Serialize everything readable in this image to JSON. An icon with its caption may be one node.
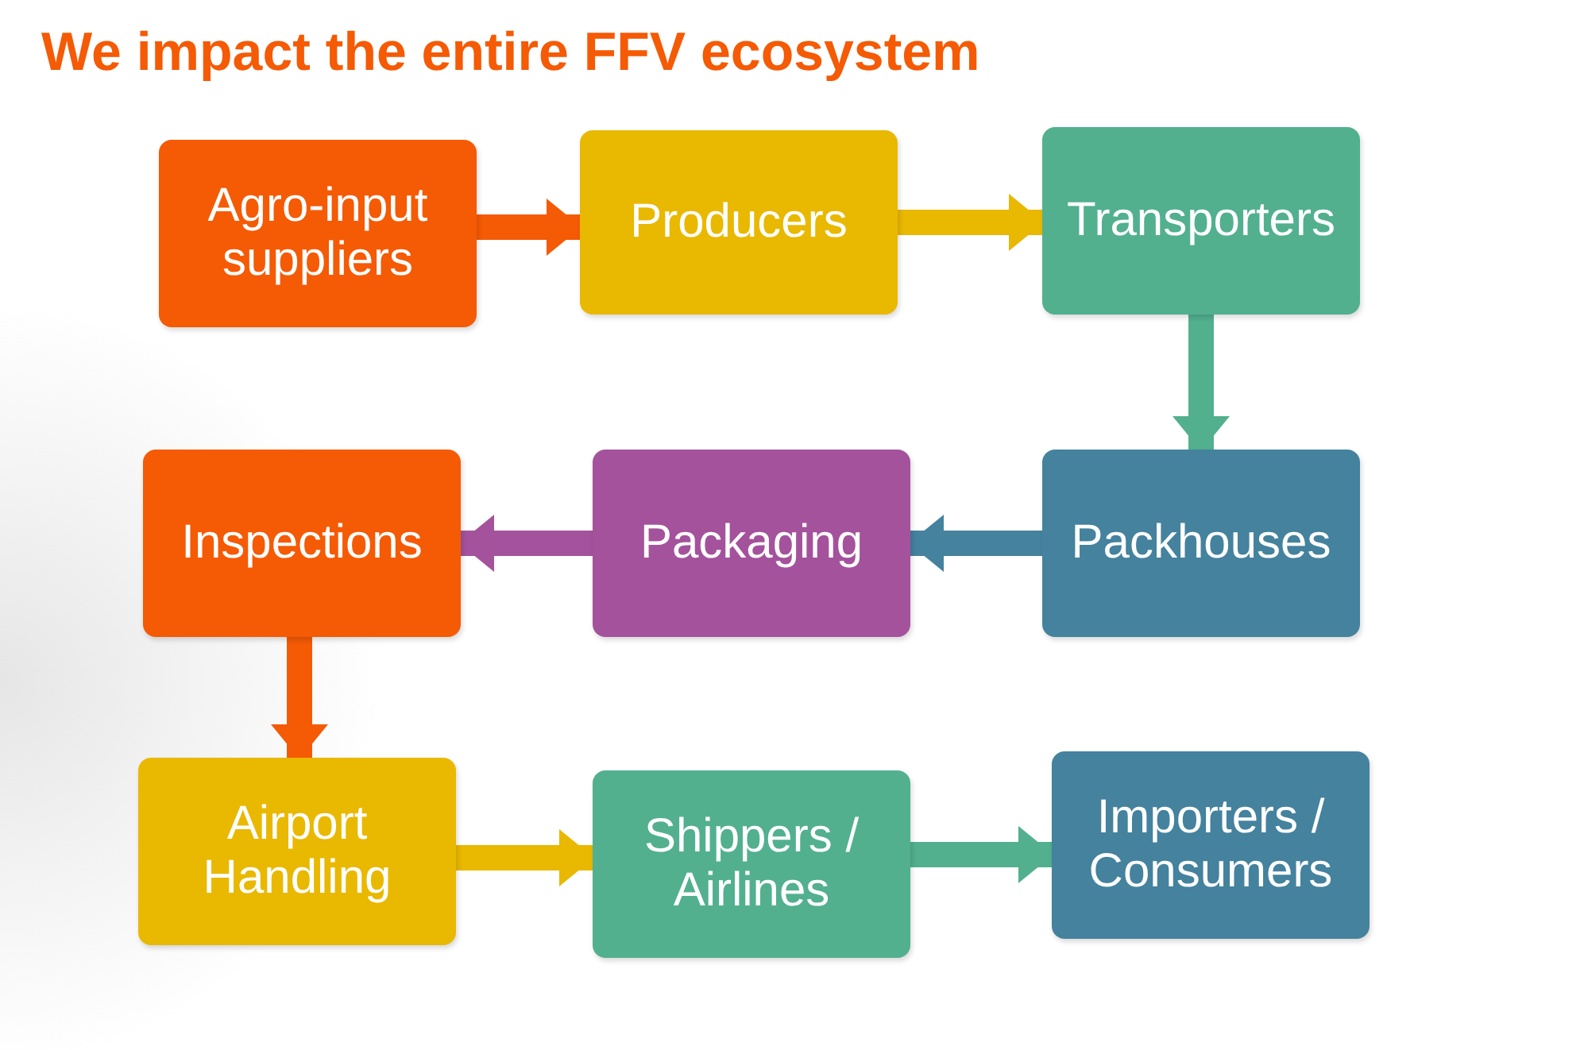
{
  "diagram": {
    "title": "We impact the entire FFV ecosystem",
    "nodes": [
      {
        "text": [
          "Agro-input suppliers"
        ]
      },
      {
        "text": [
          "Producers"
        ]
      },
      {
        "text": [
          "Transporters"
        ]
      },
      {
        "text": [
          "Packhouses"
        ]
      },
      {
        "text": [
          "Packaging"
        ]
      },
      {
        "text": [
          "Inspections"
        ]
      },
      {
        "text": [
          "Airport Handling"
        ]
      },
      {
        "text": [
          "Shippers / Airlines"
        ]
      },
      {
        "text": [
          "Importers / Consumers"
        ]
      }
    ],
    "edges": [
      {
        "from": 0,
        "to": 1,
        "arrow": "to",
        "color": "#f55a05"
      },
      {
        "from": 1,
        "to": 2,
        "arrow": "to",
        "color": "#e9b800"
      },
      {
        "from": 2,
        "to": 3,
        "arrow": "to",
        "color": "#52b08f"
      },
      {
        "from": 3,
        "to": 4,
        "arrow": "to",
        "color": "#44829e"
      },
      {
        "from": 4,
        "to": 5,
        "arrow": "to",
        "color": "#a4529c"
      },
      {
        "from": 5,
        "to": 6,
        "arrow": "to",
        "color": "#f55a05"
      },
      {
        "from": 6,
        "to": 7,
        "arrow": "to",
        "color": "#e9b800"
      },
      {
        "from": 7,
        "to": 8,
        "arrow": "to",
        "color": "#52b08f"
      }
    ]
  }
}
